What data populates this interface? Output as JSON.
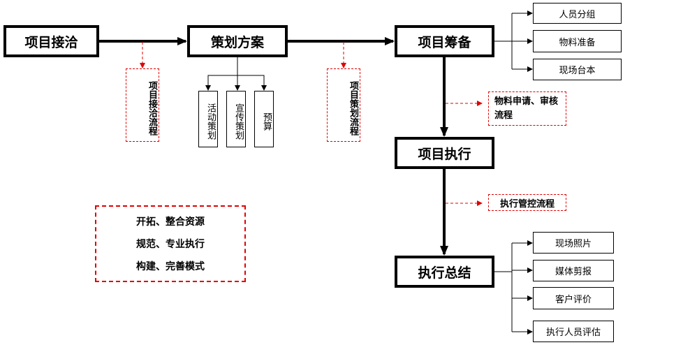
{
  "main": {
    "s1": "项目接洽",
    "s2": "策划方案",
    "s3": "项目筹备",
    "s4": "项目执行",
    "s5": "执行总结"
  },
  "flows": {
    "f1": "项目接洽流程",
    "f2": "项目策划流程",
    "f3": "物料申请、审核流程",
    "f4": "执行管控流程"
  },
  "plan": [
    "活动策划",
    "宣传策划",
    "预算"
  ],
  "prep": [
    "人员分组",
    "物料准备",
    "现场台本"
  ],
  "summary": [
    "现场照片",
    "媒体剪报",
    "客户评价",
    "执行人员评估"
  ],
  "motto": [
    "开拓、整合资源",
    "规范、专业执行",
    "构建、完善模式"
  ],
  "colors": {
    "accent": "#e00000"
  }
}
